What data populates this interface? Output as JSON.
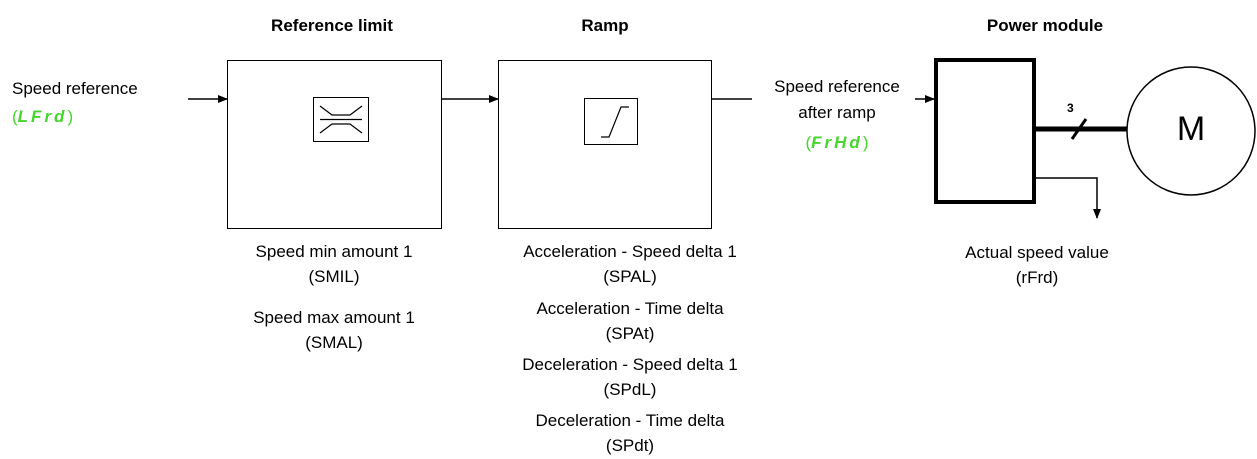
{
  "headings": {
    "reference_limit": "Reference limit",
    "ramp": "Ramp",
    "power_module": "Power module"
  },
  "input": {
    "label": "Speed reference",
    "code": "LFrd"
  },
  "after_ramp": {
    "line1": "Speed reference",
    "line2": "after ramp",
    "code": "FrHd"
  },
  "reference_limit_params": [
    {
      "name": "Speed min amount 1",
      "code": "(SMIL)"
    },
    {
      "name": "Speed max amount 1",
      "code": "(SMAL)"
    }
  ],
  "ramp_params": [
    {
      "name": "Acceleration - Speed delta 1",
      "code": "(SPAL)"
    },
    {
      "name": "Acceleration - Time delta",
      "code": "(SPAt)"
    },
    {
      "name": "Deceleration - Speed delta 1",
      "code": "(SPdL)"
    },
    {
      "name": "Deceleration - Time delta",
      "code": "(SPdt)"
    }
  ],
  "power": {
    "phases": "3",
    "motor": "M",
    "actual_speed_label": "Actual speed value",
    "actual_speed_code": "(rFrd)"
  },
  "colors": {
    "display_code": "#44d62c",
    "line": "#000000"
  }
}
